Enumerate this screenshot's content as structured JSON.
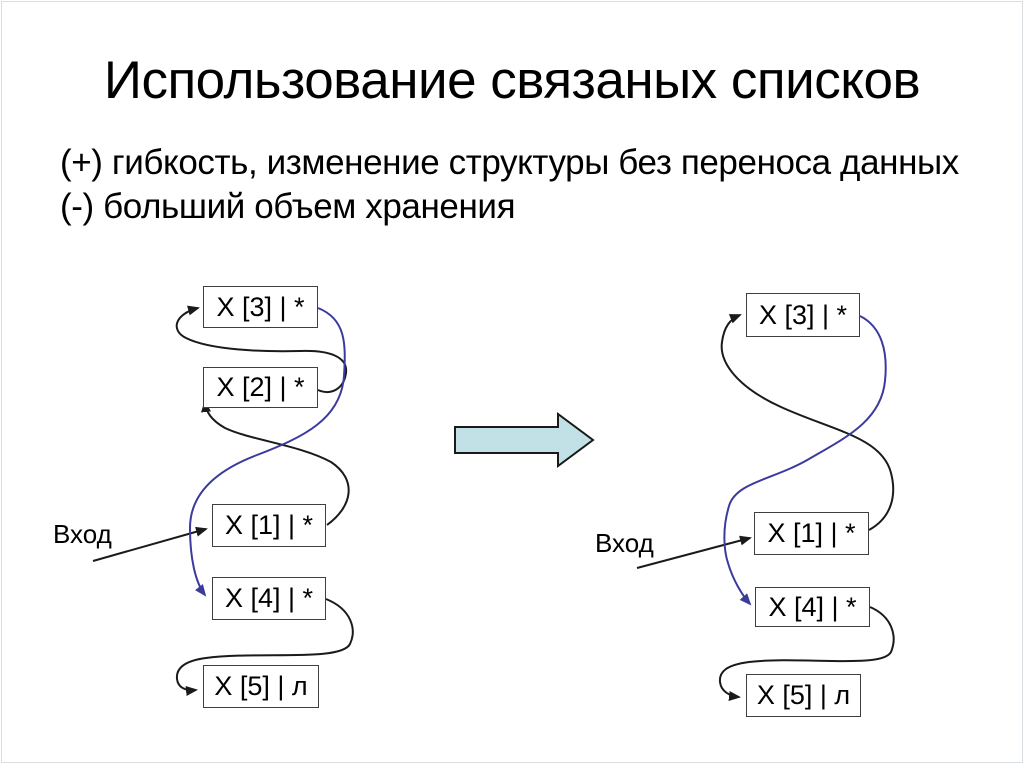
{
  "slide": {
    "title": "Использование связаных списков",
    "bullets": [
      "(+) гибкость, изменение структуры без переноса данных",
      "(-) больший объем хранения"
    ]
  },
  "diagrams": {
    "left": {
      "entry_label": "Вход",
      "nodes": [
        {
          "id": "x3",
          "label": "X [3] | *"
        },
        {
          "id": "x2",
          "label": "X [2] | *"
        },
        {
          "id": "x1",
          "label": "X [1] | *"
        },
        {
          "id": "x4",
          "label": "X [4] | *"
        },
        {
          "id": "x5",
          "label": "X [5] | л"
        }
      ],
      "links": [
        {
          "from": "Вход",
          "to": "X [1]",
          "style": "black"
        },
        {
          "from": "X [1]",
          "to": "X [2]",
          "style": "black"
        },
        {
          "from": "X [2]",
          "to": "X [3]",
          "style": "black"
        },
        {
          "from": "X [3]",
          "to": "X [4]",
          "style": "blue"
        },
        {
          "from": "X [4]",
          "to": "X [5]",
          "style": "black"
        }
      ]
    },
    "right": {
      "entry_label": "Вход",
      "nodes": [
        {
          "id": "x3",
          "label": "X [3] | *"
        },
        {
          "id": "x1",
          "label": "X [1] | *"
        },
        {
          "id": "x4",
          "label": "X [4] | *"
        },
        {
          "id": "x5",
          "label": "X [5] | л"
        }
      ],
      "links": [
        {
          "from": "Вход",
          "to": "X [1]",
          "style": "black"
        },
        {
          "from": "X [1]",
          "to": "X [3]",
          "style": "black"
        },
        {
          "from": "X [3]",
          "to": "X [4]",
          "style": "blue"
        },
        {
          "from": "X [4]",
          "to": "X [5]",
          "style": "black"
        }
      ]
    },
    "transform_arrow": "right-arrow"
  },
  "colors": {
    "link_black": "#1a1a1a",
    "link_blue": "#3b3b9d",
    "arrow_fill": "#c2e1e6",
    "box_border": "#3f3f3f",
    "text": "#000000",
    "background": "#ffffff",
    "slide_border": "#d9dfe2"
  }
}
